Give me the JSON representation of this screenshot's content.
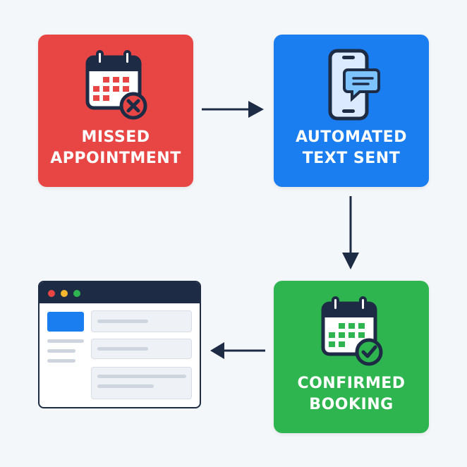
{
  "steps": [
    {
      "line1": "MISSED",
      "line2": "APPOINTMENT"
    },
    {
      "line1": "AUTOMATED",
      "line2": "TEXT SENT"
    },
    {
      "line1": "CONFIRMED",
      "line2": "BOOKING"
    }
  ],
  "colors": {
    "missed": "#e84545",
    "automated": "#1a7df0",
    "confirmed": "#2fb54f",
    "arrow": "#1d2b45",
    "background": "#f4f7fa"
  }
}
